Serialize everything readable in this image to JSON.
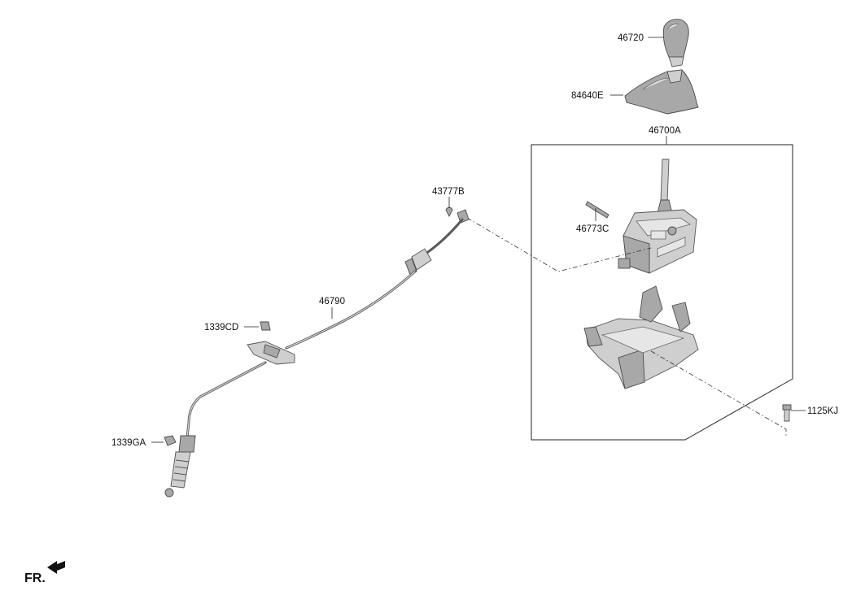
{
  "labels": {
    "knob": "46720",
    "boot": "84640E",
    "lever_assembly": "46700A",
    "clip": "43777B",
    "pin": "46773C",
    "cable": "46790",
    "bracket_nut": "1339CD",
    "end_nut": "1339GA",
    "bolt": "1125KJ"
  },
  "front_indicator": "FR."
}
